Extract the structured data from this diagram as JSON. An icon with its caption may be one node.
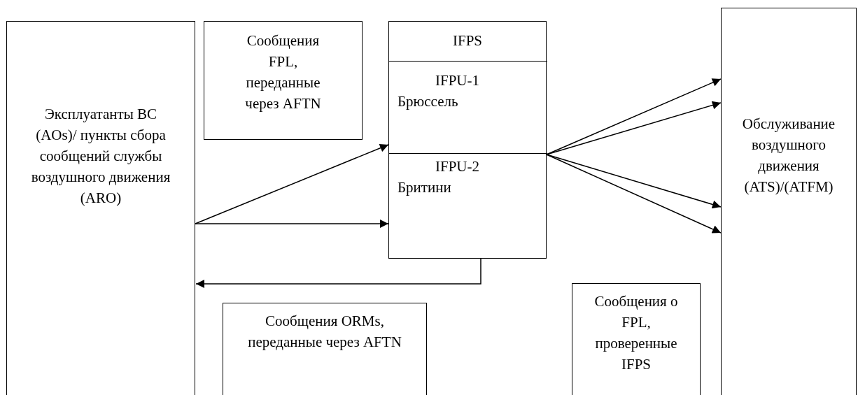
{
  "diagram": {
    "nodes": [
      {
        "text": [
          "Эксплуатанты ВС (AOs)/ пункты сбора сообщений службы воздушного движения (ARO)"
        ]
      },
      {
        "text": [
          "Сообщения FPL, переданные через AFTN"
        ]
      },
      {
        "text": [
          "IFPS"
        ]
      },
      {
        "text": [
          "IFPU-1",
          "Брюссель"
        ],
        "in": 2
      },
      {
        "text": [
          "IFPU-2",
          "Бритини"
        ],
        "in": 2
      },
      {
        "text": [
          "Обслуживание воздушного движения (ATS)/(ATFM)"
        ]
      },
      {
        "text": [
          "Сообщения ORMs, переданные через AFTN"
        ]
      },
      {
        "text": [
          "Сообщения о FPL, проверенные IFPS"
        ]
      }
    ],
    "edges": [
      {
        "from": 0,
        "to": 3,
        "arrow": "to"
      },
      {
        "from": 0,
        "to": 4,
        "arrow": "to"
      },
      {
        "from": 3,
        "to": 5,
        "arrow": "to"
      },
      {
        "from": 3,
        "to": 5,
        "arrow": "to"
      },
      {
        "from": 4,
        "to": 5,
        "arrow": "to"
      },
      {
        "from": 4,
        "to": 5,
        "arrow": "to"
      },
      {
        "from": 2,
        "to": 0,
        "arrow": "to"
      }
    ]
  }
}
